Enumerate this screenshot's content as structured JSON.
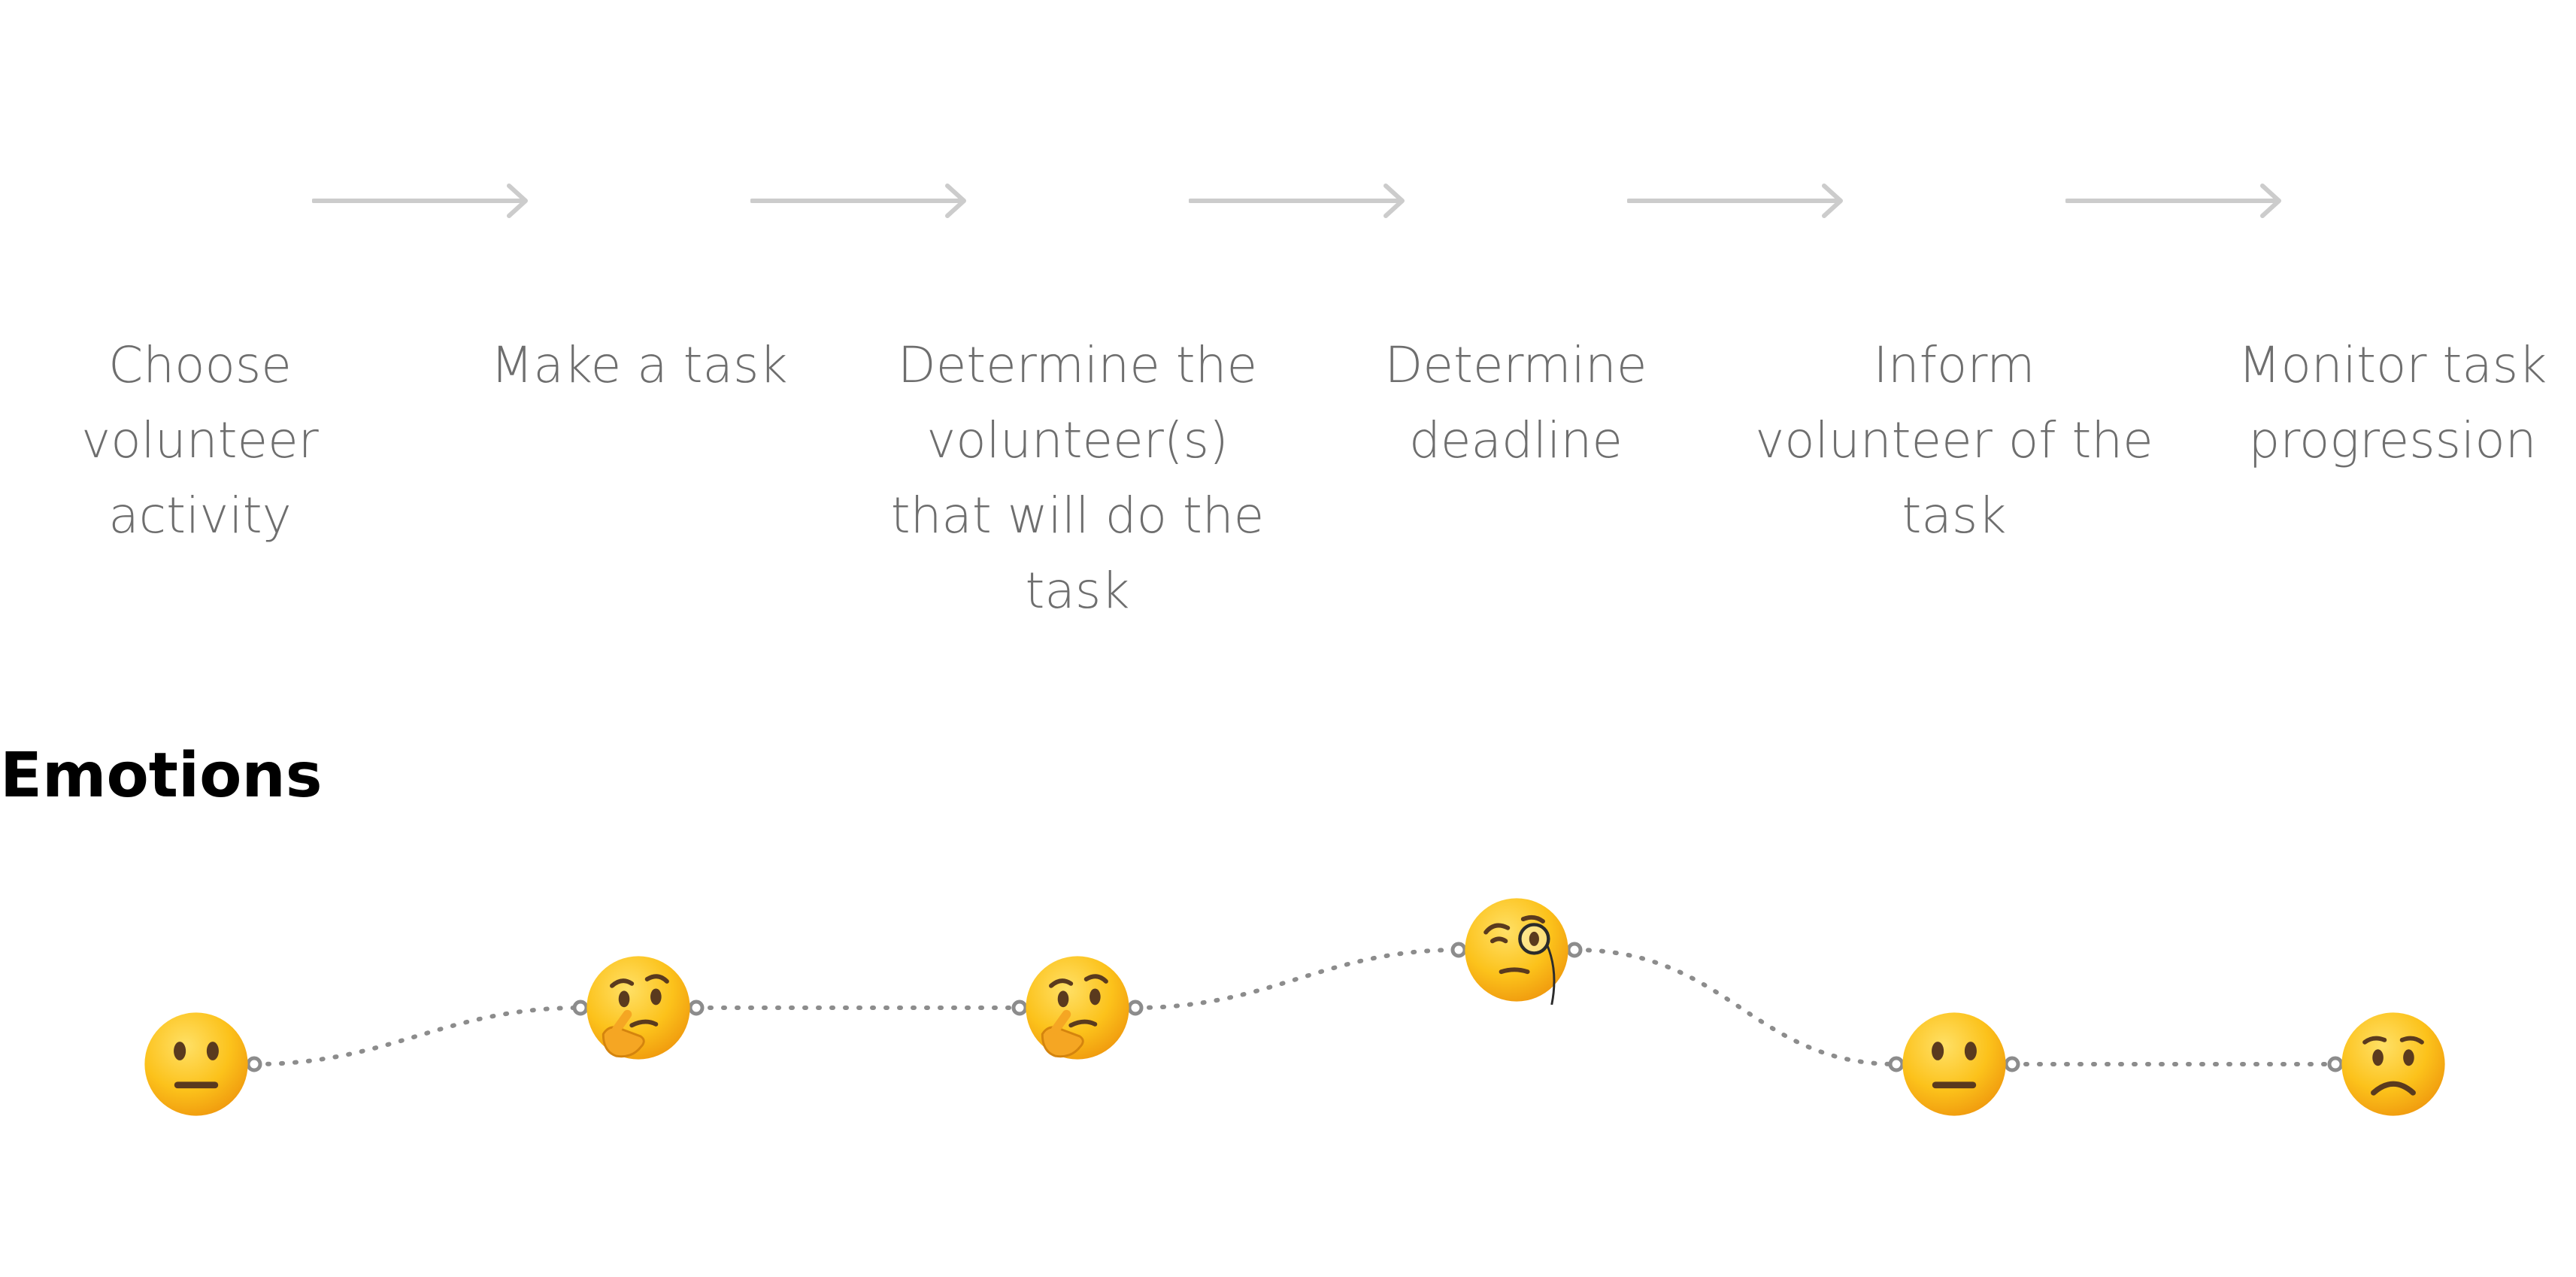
{
  "colors": {
    "accent": "#fe7653",
    "arrow": "#cccccc",
    "label": "#6e6e6e",
    "emotion_line": "#8c8c8c"
  },
  "steps": [
    {
      "label": "Choose\nvolunteer\nactivity",
      "icon": "cursor-click-icon"
    },
    {
      "label": "Make a task",
      "icon": "clipboard-list-icon"
    },
    {
      "label": "Determine the\nvolunteer(s)\nthat will do the\ntask",
      "icon": "user-plus-icon"
    },
    {
      "label": "Determine\ndeadline",
      "icon": "clock-icon"
    },
    {
      "label": "Inform\nvolunteer of the\ntask",
      "icon": "message-square-icon"
    },
    {
      "label": "Monitor task\nprogression",
      "icon": "eye-icon"
    }
  ],
  "emotions_section": {
    "title": "Emotions",
    "emotions": [
      "neutral-face",
      "thinking-face",
      "thinking-face",
      "face-with-monocle",
      "neutral-face",
      "worried-face"
    ]
  }
}
